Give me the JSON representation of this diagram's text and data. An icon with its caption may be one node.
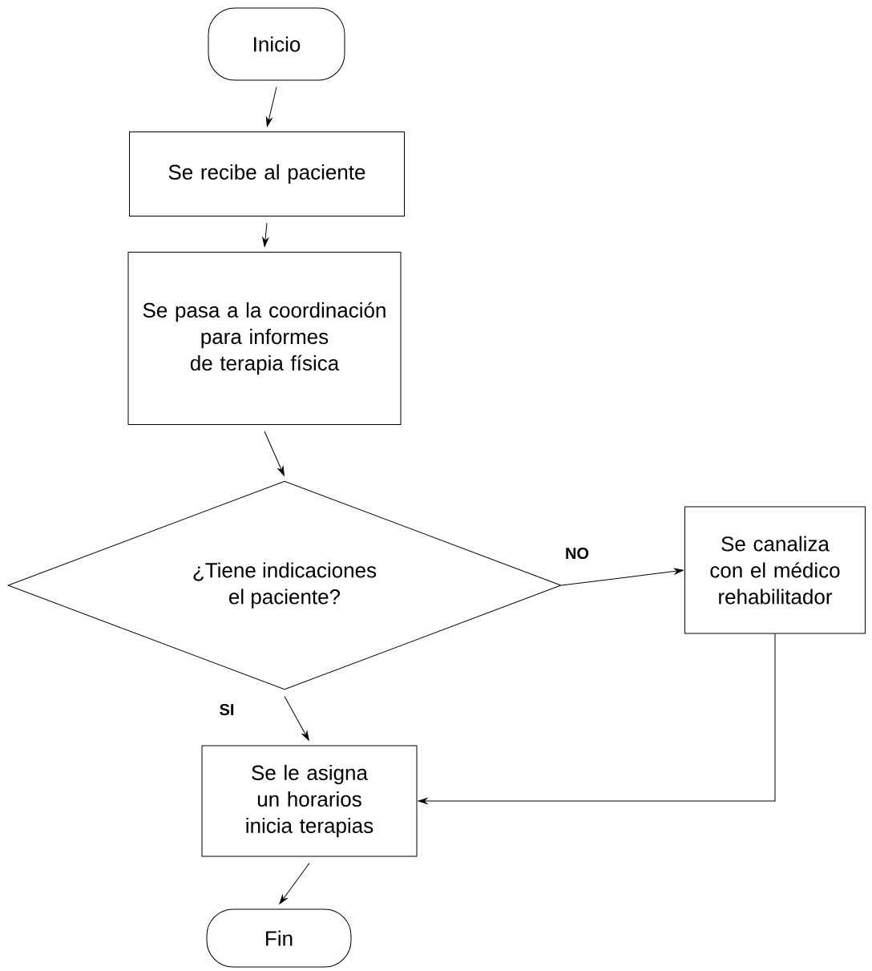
{
  "diagram": {
    "nodes": [
      {
        "text": [
          "Inicio"
        ]
      },
      {
        "text": [
          "Se recibe al paciente"
        ]
      },
      {
        "text": [
          "Se pasa a la coordinación para informes de terapia física"
        ]
      },
      {
        "text": [
          "¿Tiene indicaciones el paciente?"
        ]
      },
      {
        "text": [
          "Se canaliza con el médico rehabilitador"
        ]
      },
      {
        "text": [
          "Se le asigna un horarios inicia terapias"
        ]
      },
      {
        "text": [
          "Fin"
        ]
      }
    ],
    "edges": [
      {
        "from": 0,
        "to": 1,
        "arrow": "to"
      },
      {
        "from": 1,
        "to": 2,
        "arrow": "to"
      },
      {
        "from": 2,
        "to": 3,
        "arrow": "to"
      },
      {
        "from": 3,
        "to": 4,
        "arrow": "to",
        "label": "NO"
      },
      {
        "from": 3,
        "to": 5,
        "arrow": "to",
        "label": "SI"
      },
      {
        "from": 4,
        "to": 5,
        "arrow": "to"
      },
      {
        "from": 5,
        "to": 6,
        "arrow": "to"
      }
    ]
  }
}
